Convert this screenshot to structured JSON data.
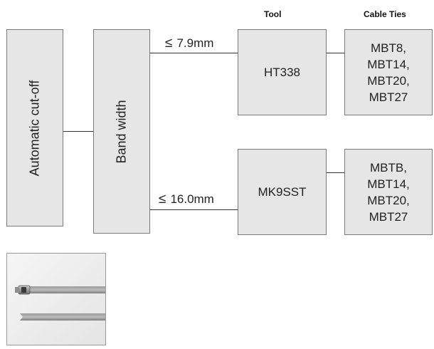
{
  "headers": {
    "tool": "Tool",
    "cable_ties": "Cable Ties"
  },
  "left_box": {
    "label": "Automatic cut-off"
  },
  "middle_box": {
    "label": "Band width"
  },
  "branches": [
    {
      "symbol": "≤",
      "width": "7.9mm",
      "tool": "HT338",
      "cable_ties": [
        "MBT8,",
        "MBT14,",
        "MBT20,",
        "MBT27"
      ]
    },
    {
      "symbol": "≤",
      "width": "16.0mm",
      "tool": "MK9SST",
      "cable_ties": [
        "MBTB,",
        "MBT14,",
        "MBT20,",
        "MBT27"
      ]
    }
  ],
  "colors": {
    "box_fill": "#e6e6e6",
    "box_border": "#7a7a7a",
    "connector": "#333333"
  },
  "photo": {
    "icon": "cable-tie-photo"
  }
}
